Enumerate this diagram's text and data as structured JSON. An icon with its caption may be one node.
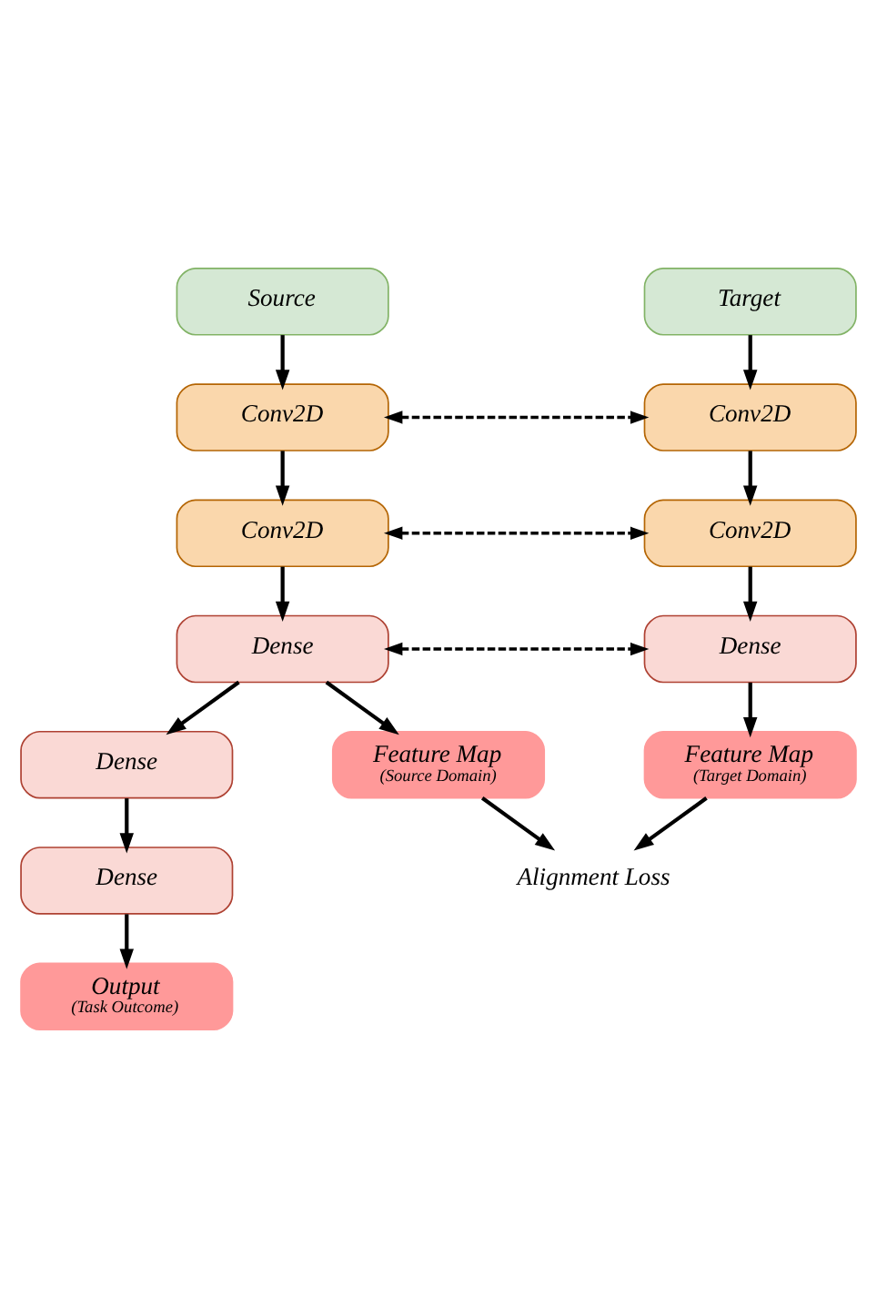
{
  "diagram": {
    "nodes": [
      {
        "text": [
          "Source"
        ]
      },
      {
        "text": [
          "Target"
        ]
      },
      {
        "text": [
          "Conv2D"
        ]
      },
      {
        "text": [
          "Conv2D"
        ]
      },
      {
        "text": [
          "Conv2D"
        ]
      },
      {
        "text": [
          "Conv2D"
        ]
      },
      {
        "text": [
          "Dense"
        ]
      },
      {
        "text": [
          "Dense"
        ]
      },
      {
        "text": [
          "Dense"
        ]
      },
      {
        "text": [
          "Feature Map",
          "(Source Domain)"
        ]
      },
      {
        "text": [
          "Feature Map",
          "(Target Domain)"
        ]
      },
      {
        "text": [
          "Dense"
        ]
      },
      {
        "text": [
          "Alignment Loss"
        ]
      },
      {
        "text": [
          "Output",
          "(Task Outcome)"
        ]
      }
    ],
    "edges": [
      {
        "from": 0,
        "to": 2,
        "arrow": "to"
      },
      {
        "from": 1,
        "to": 3,
        "arrow": "to"
      },
      {
        "from": 2,
        "to": 3,
        "arrow": "both",
        "style": "dashed"
      },
      {
        "from": 2,
        "to": 4,
        "arrow": "to"
      },
      {
        "from": 3,
        "to": 5,
        "arrow": "to"
      },
      {
        "from": 4,
        "to": 5,
        "arrow": "both",
        "style": "dashed"
      },
      {
        "from": 4,
        "to": 6,
        "arrow": "to"
      },
      {
        "from": 5,
        "to": 7,
        "arrow": "to"
      },
      {
        "from": 6,
        "to": 7,
        "arrow": "both",
        "style": "dashed"
      },
      {
        "from": 6,
        "to": 8,
        "arrow": "to"
      },
      {
        "from": 6,
        "to": 9,
        "arrow": "to"
      },
      {
        "from": 7,
        "to": 10,
        "arrow": "to"
      },
      {
        "from": 8,
        "to": 11,
        "arrow": "to"
      },
      {
        "from": 11,
        "to": 13,
        "arrow": "to"
      },
      {
        "from": 9,
        "to": 12,
        "arrow": "to"
      },
      {
        "from": 10,
        "to": 12,
        "arrow": "to"
      }
    ]
  }
}
